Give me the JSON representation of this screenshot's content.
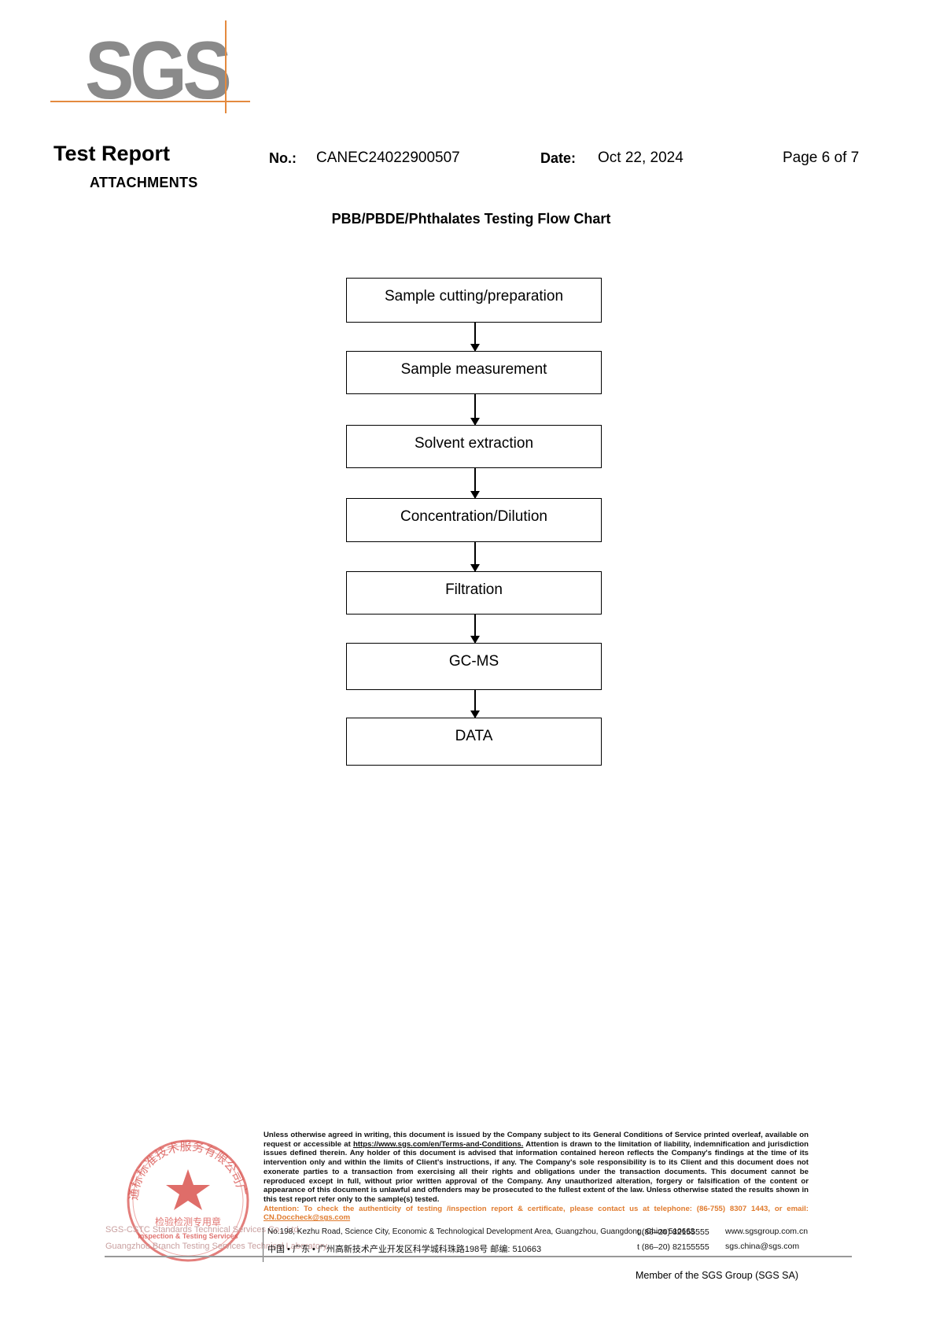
{
  "logo": {
    "text": "SGS",
    "accent": "#e48a3e",
    "gray": "#8a8a8a"
  },
  "header": {
    "title": "Test Report",
    "subtitle": "ATTACHMENTS",
    "no_label": "No.:",
    "no_value": "CANEC24022900507",
    "date_label": "Date:",
    "date_value": "Oct 22, 2024",
    "page": "Page 6 of 7"
  },
  "flow_chart": {
    "title": "PBB/PBDE/Phthalates Testing Flow Chart",
    "steps": [
      "Sample cutting/preparation",
      "Sample measurement",
      "Solvent extraction",
      "Concentration/Dilution",
      "Filtration",
      "GC-MS",
      "DATA"
    ]
  },
  "footer": {
    "disclaimer_1": "Unless otherwise agreed in writing, this document is issued by the Company subject to its General Conditions of Service printed overleaf, available on request or accessible at ",
    "disclaimer_link": "https://www.sgs.com/en/Terms-and-Conditions.",
    "disclaimer_2": " Attention is drawn to the limitation of liability, indemnification and jurisdiction issues defined therein. Any holder of this document is advised that information contained hereon reflects the Company's findings at the time of its intervention only and within the limits of Client's instructions, if any. The Company's sole responsibility is to its Client and this document does not exonerate parties to a transaction from exercising all their rights and obligations under the transaction documents. This document cannot be reproduced except in full, without prior written approval of the Company. Any unauthorized alteration, forgery or falsification of the content or appearance of this document is unlawful and offenders may be prosecuted to the fullest extent of the law. Unless otherwise stated the results shown in this test report refer only to the sample(s) tested.",
    "attention_1": "Attention: To check the authenticity of testing /inspection report & certificate, please contact us at telephone: (86-755) 8307 1443, or email: ",
    "attention_email": "CN.Doccheck@sgs.com",
    "address_en": "No.198, Kezhu Road, Science City, Economic & Technological Development Area, Guangzhou, Guangdong, China  510663",
    "address_cn": "中国 • 广东 • 广州高新技术产业开发区科学城科珠路198号    邮编: 510663",
    "tel_1": "t  (86–20) 82155555",
    "tel_2": "t  (86–20) 82155555",
    "website": "www.sgsgroup.com.cn",
    "email": "sgs.china@sgs.com",
    "member": "Member of the SGS Group (SGS SA)"
  },
  "seal": {
    "ring_text": "通标标准技术服务有限公司广州分公司",
    "center_text": "检验检测专用章",
    "banner": "Inspection & Testing Services",
    "lab_line_1": "SGS-CSTC Standards Technical Services Co., Ltd.",
    "lab_line_2": "Guangzhou Branch Testing Services Technical Laboratory.",
    "color": "#d9534f"
  }
}
